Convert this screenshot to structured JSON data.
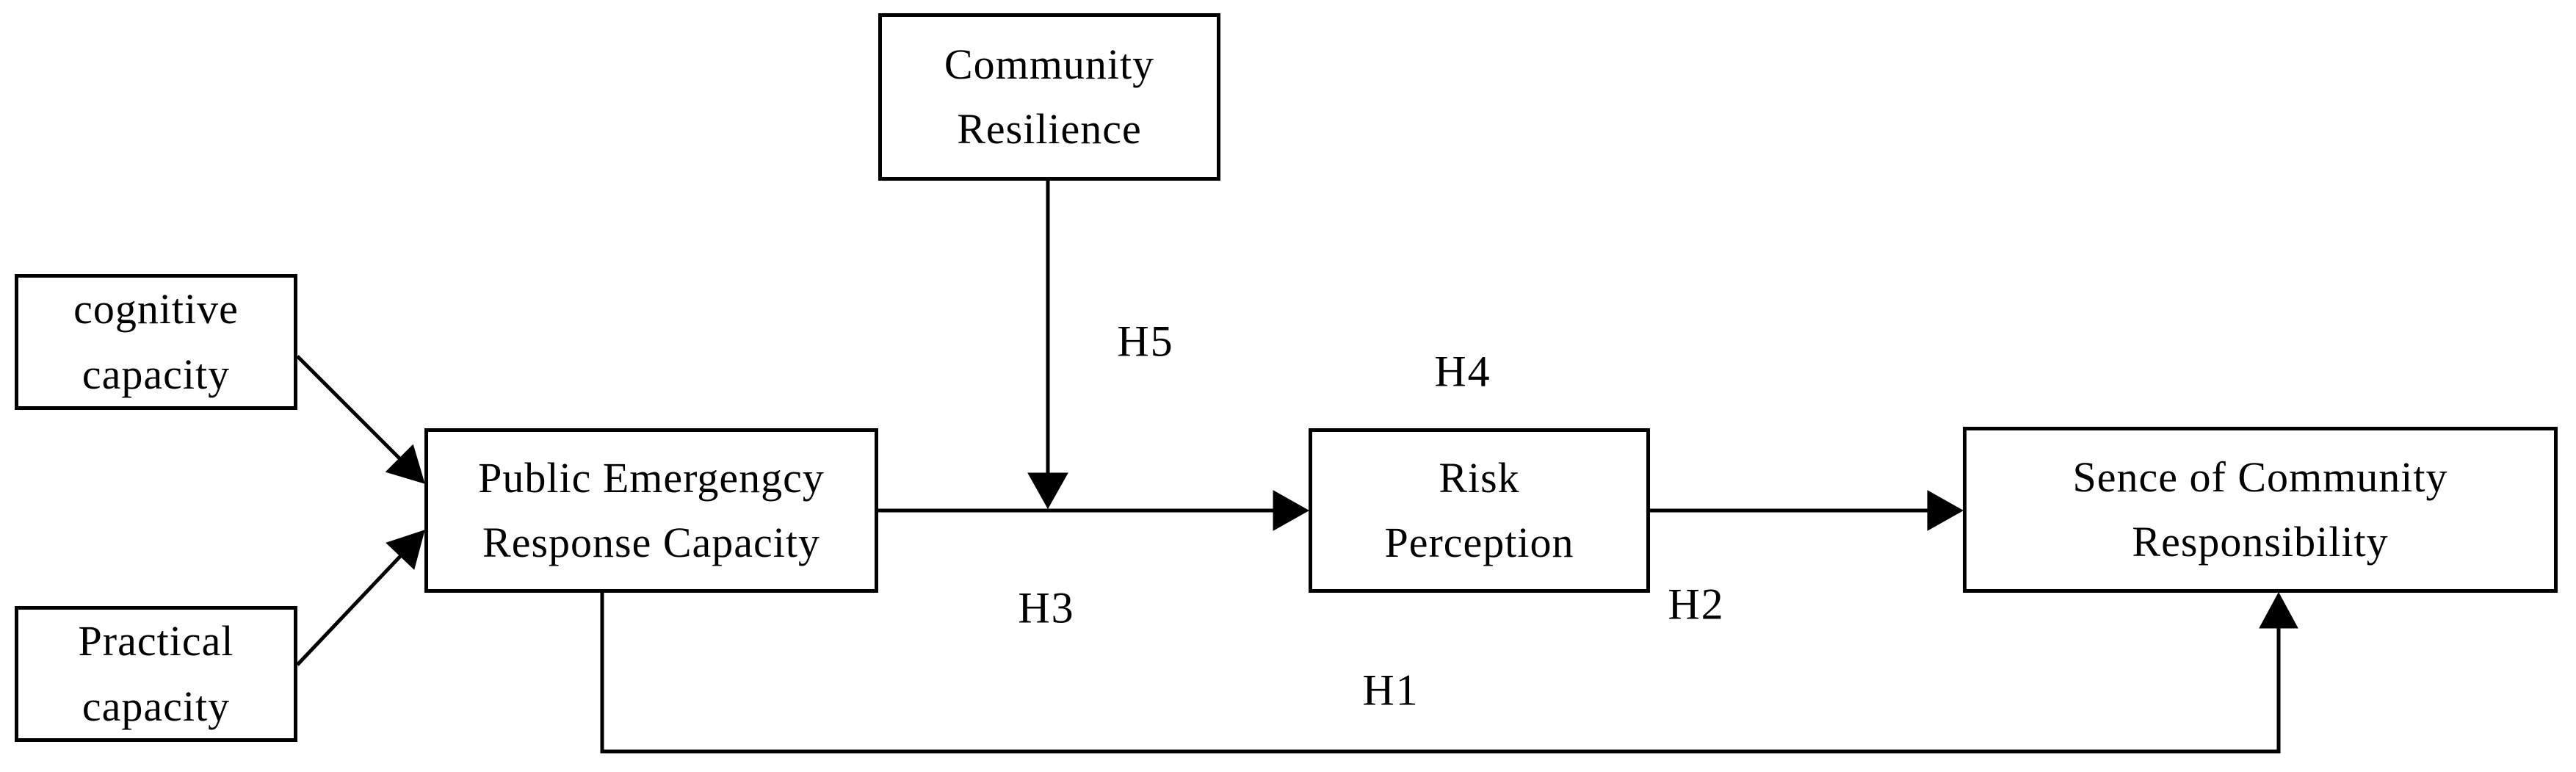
{
  "diagram": {
    "nodes": {
      "community_resilience": {
        "line1": "Community",
        "line2": "Resilience"
      },
      "cognitive_capacity": {
        "line1": "cognitive",
        "line2": "capacity"
      },
      "practical_capacity": {
        "line1": "Practical",
        "line2": "capacity"
      },
      "public_emergency": {
        "line1": "Public Emergengcy",
        "line2": "Response Capacity"
      },
      "risk_perception": {
        "line1": "Risk",
        "line2": "Perception"
      },
      "sense_of_community": {
        "line1": "Sence of Community",
        "line2": "Responsibility"
      }
    },
    "hypothesis_labels": {
      "h1": "H1",
      "h2": "H2",
      "h3": "H3",
      "h4": "H4",
      "h5": "H5"
    },
    "colors": {
      "line": "#000000",
      "box_border": "#000000",
      "text": "#000000",
      "background": "#ffffff"
    }
  }
}
